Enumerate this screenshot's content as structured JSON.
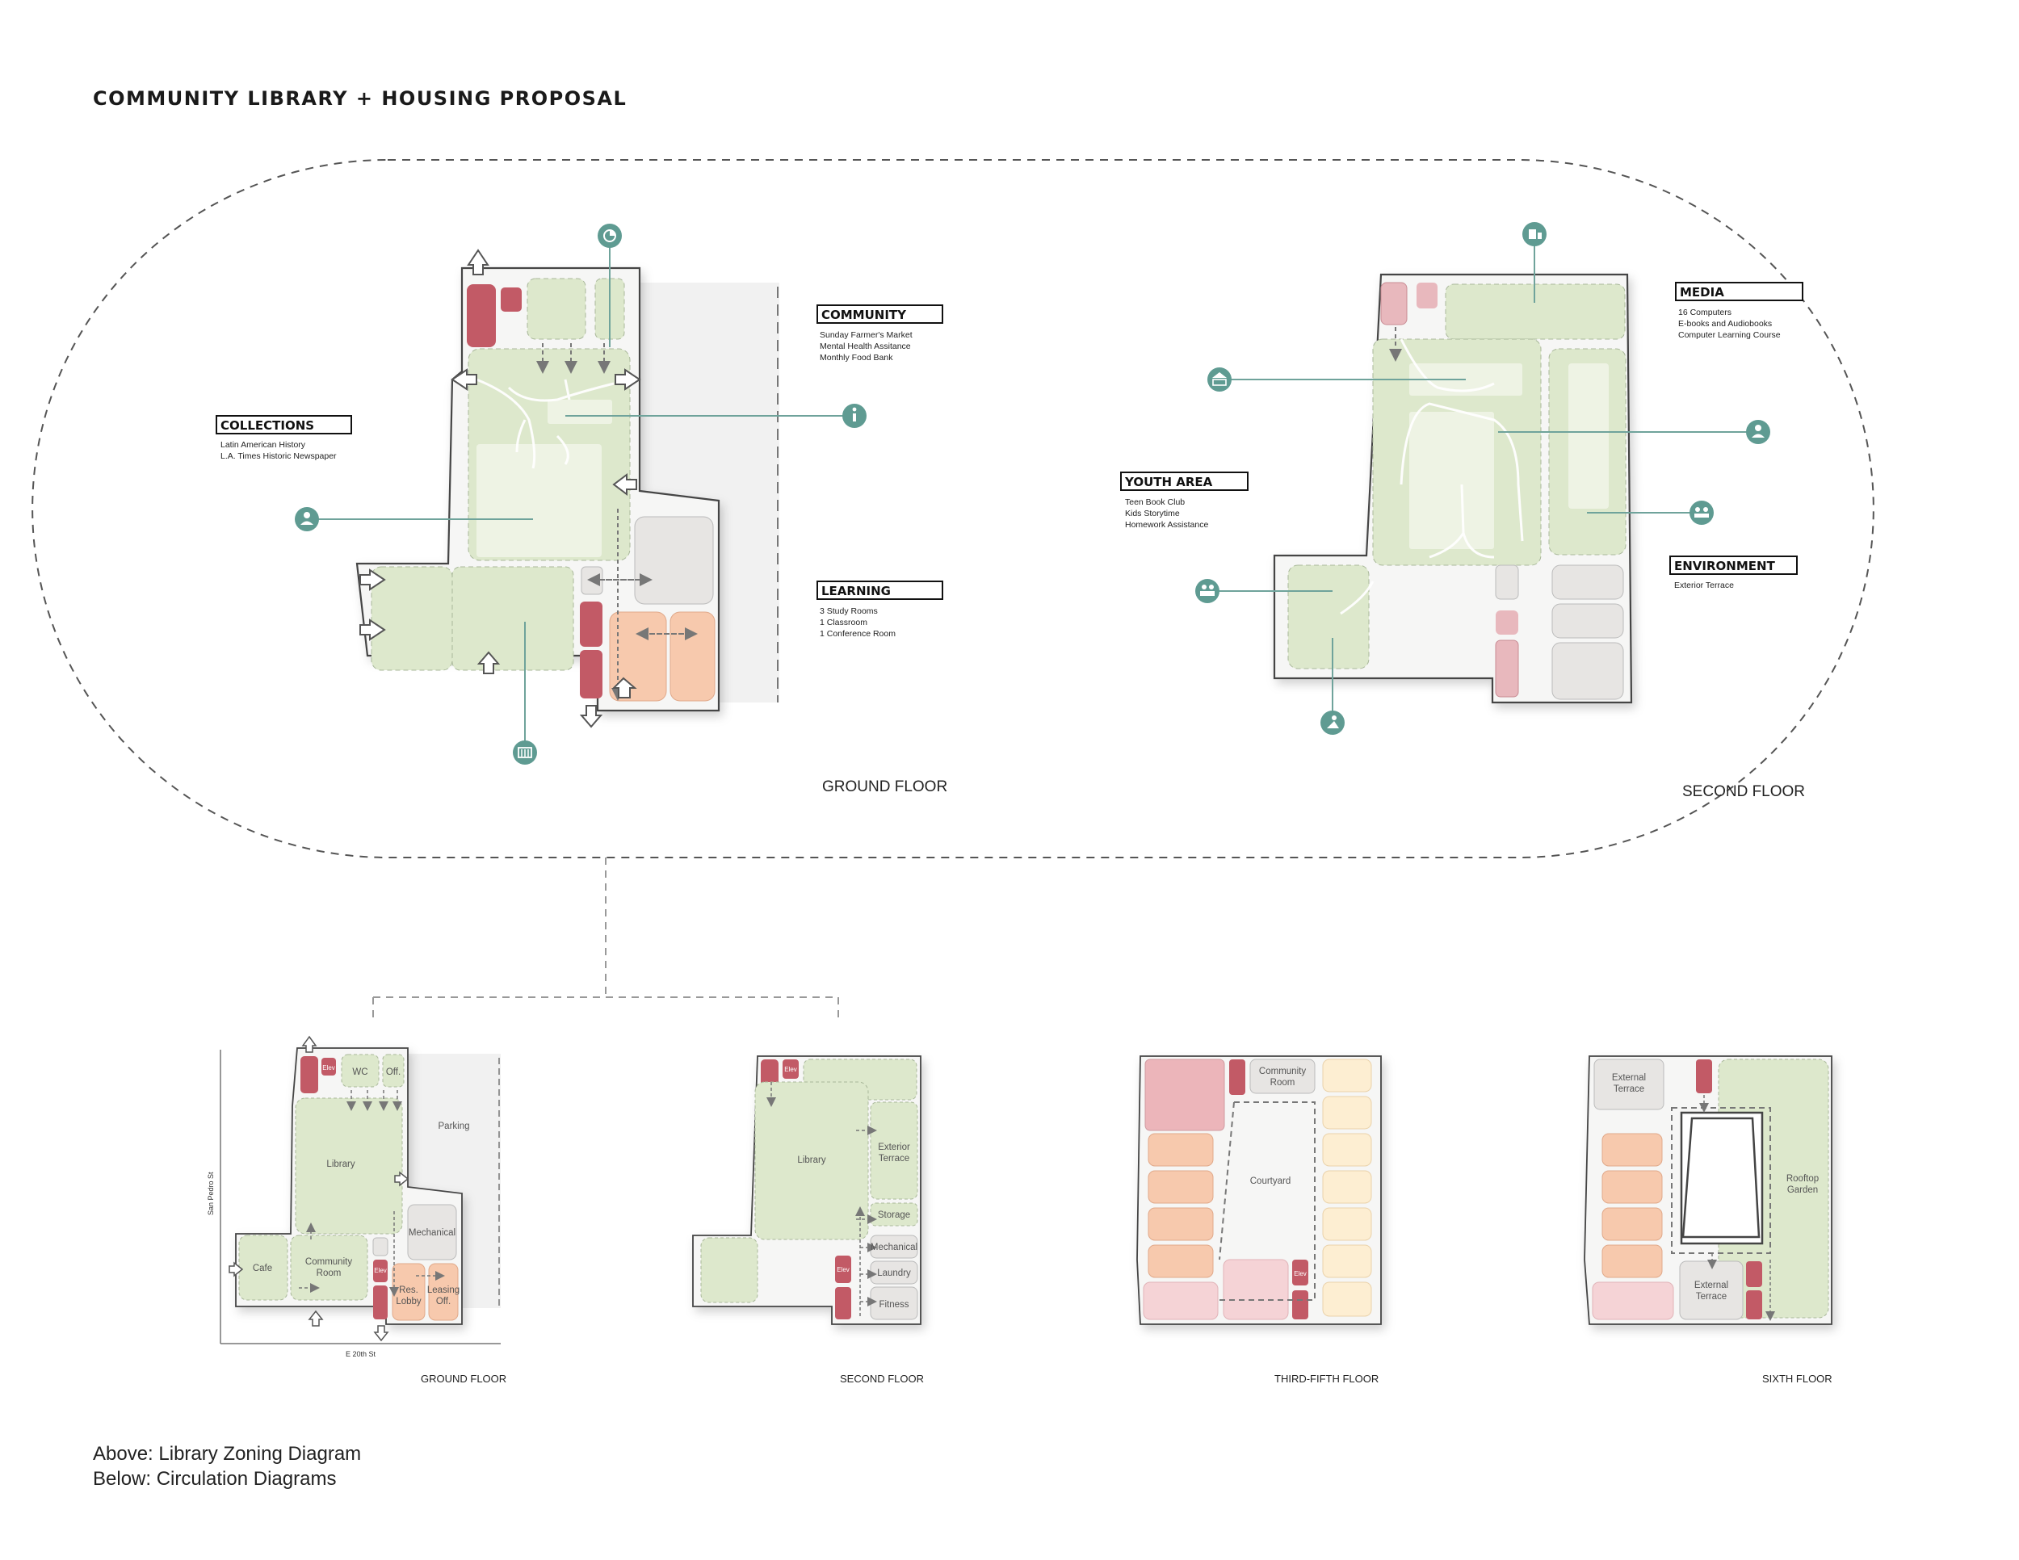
{
  "title": "COMMUNITY LIBRARY + HOUSING PROPOSAL",
  "zoning": {
    "ground_floor_caption": "GROUND FLOOR",
    "second_floor_caption": "SECOND FLOOR",
    "labels": {
      "community": {
        "title": "COMMUNITY",
        "items": [
          "Sunday Farmer's Market",
          "Mental Health Assitance",
          "Monthly Food Bank"
        ]
      },
      "collections": {
        "title": "COLLECTIONS",
        "items": [
          "Latin American History",
          "L.A. Times Historic Newspaper"
        ]
      },
      "learning": {
        "title": "LEARNING",
        "items": [
          "3 Study Rooms",
          "1 Classroom",
          "1 Conference Room"
        ]
      },
      "media": {
        "title": "MEDIA",
        "items": [
          "16 Computers",
          "E-books and Audiobooks",
          "Computer Learning Course"
        ]
      },
      "youth": {
        "title": "YOUTH AREA",
        "items": [
          "Teen Book Club",
          "Kids Storytime",
          "Homework Assistance"
        ]
      },
      "environment": {
        "title": "ENVIRONMENT",
        "items": [
          "Exterior Terrace"
        ]
      }
    },
    "icons": [
      "food-icon",
      "info-icon",
      "person-icon",
      "building-icon",
      "media-icon",
      "museum-icon",
      "reader-icon",
      "family-icon",
      "storytime-icon",
      "child-icon"
    ]
  },
  "circulation": {
    "ground": {
      "caption": "GROUND FLOOR",
      "rooms": {
        "wc": "WC",
        "off": "Off.",
        "library": "Library",
        "parking": "Parking",
        "mechanical": "Mechanical",
        "cafe": "Cafe",
        "community_room": [
          "Community",
          "Room"
        ],
        "res_lobby": [
          "Res.",
          "Lobby"
        ],
        "leasing": [
          "Leasing",
          "Off."
        ],
        "elev": "Elev"
      },
      "streets": {
        "west": "San Pedro St",
        "south": "E 20th St"
      }
    },
    "second": {
      "caption": "SECOND FLOOR",
      "rooms": {
        "library": "Library",
        "exterior_terrace": [
          "Exterior",
          "Terrace"
        ],
        "storage": "Storage",
        "mechanical": "Mechanical",
        "laundry": "Laundry",
        "fitness": "Fitness",
        "elev": "Elev"
      }
    },
    "third_fifth": {
      "caption": "THIRD-FIFTH FLOOR",
      "rooms": {
        "community_room": [
          "Community",
          "Room"
        ],
        "courtyard": "Courtyard",
        "elev": "Elev"
      }
    },
    "sixth": {
      "caption": "SIXTH FLOOR",
      "rooms": {
        "external_terrace_top": [
          "External",
          "Terrace"
        ],
        "rooftop_garden": [
          "Rooftop",
          "Garden"
        ],
        "external_terrace_bottom": [
          "External",
          "Terrace"
        ]
      }
    }
  },
  "footnote": {
    "line1": "Above: Library Zoning Diagram",
    "line2": "Below: Circulation Diagrams"
  },
  "colors": {
    "green": "#dde8cc",
    "green_light": "#eef3e4",
    "teal": "#5f9b92",
    "red": "#c25a66",
    "peach": "#f7c9ad",
    "grey": "#e7e5e3",
    "pink": "#f5d3d6",
    "cream": "#fdeed2"
  }
}
